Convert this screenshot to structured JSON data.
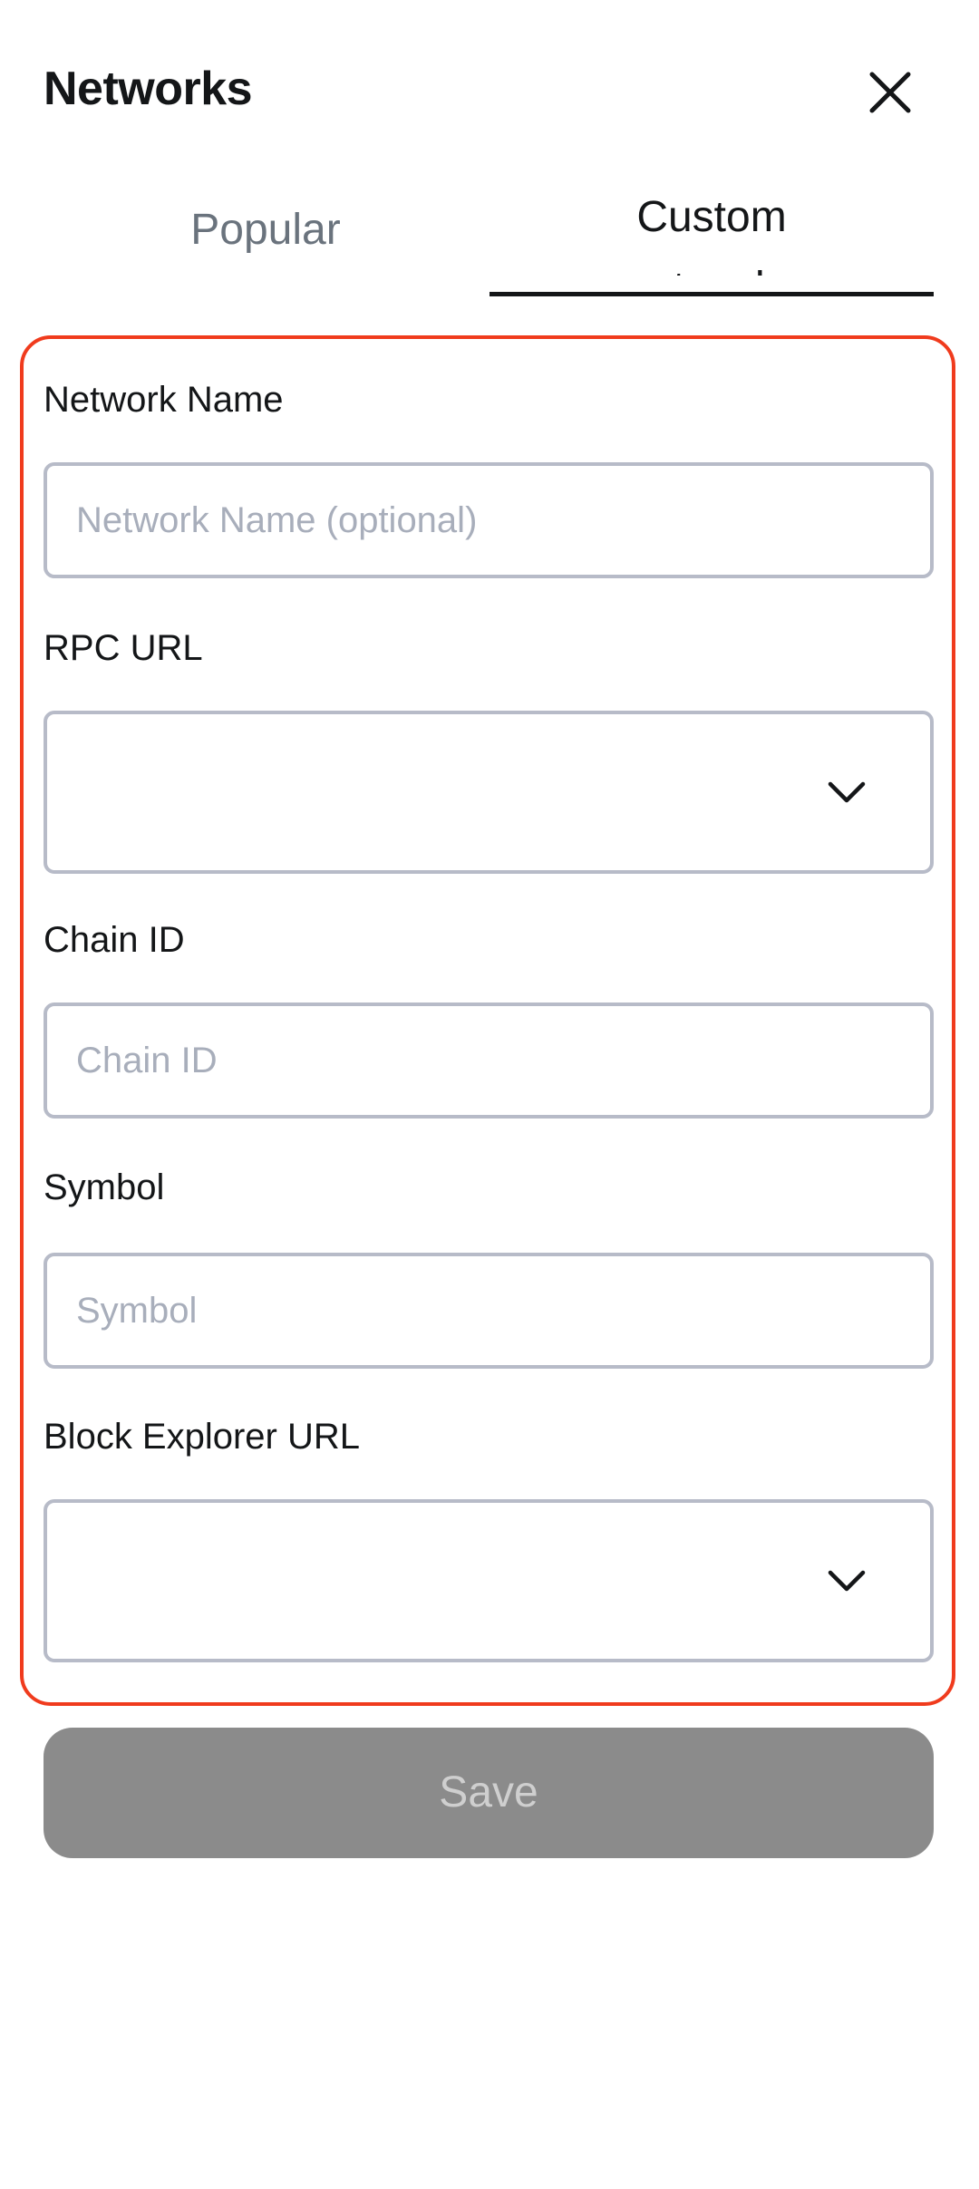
{
  "header": {
    "title": "Networks",
    "close_icon": "close-icon"
  },
  "tabs": [
    {
      "label": "Popular",
      "active": false
    },
    {
      "label": "Custom",
      "active": true
    }
  ],
  "form": {
    "fields": [
      {
        "label": "Network Name",
        "type": "text",
        "placeholder": "Network Name (optional)",
        "value": ""
      },
      {
        "label": "RPC URL",
        "type": "dropdown",
        "value": ""
      },
      {
        "label": "Chain ID",
        "type": "text",
        "placeholder": "Chain ID",
        "value": ""
      },
      {
        "label": "Symbol",
        "type": "text",
        "placeholder": "Symbol",
        "value": ""
      },
      {
        "label": "Block Explorer URL",
        "type": "dropdown",
        "value": ""
      }
    ],
    "highlight_color": "#f03b1d"
  },
  "save_label": "Save",
  "colors": {
    "text_primary": "#141618",
    "text_muted": "#6a737d",
    "placeholder": "#a8aebb",
    "field_border": "#b7bbc8",
    "save_disabled_bg": "#8b8b8b",
    "save_disabled_text": "#cfcfcf"
  }
}
